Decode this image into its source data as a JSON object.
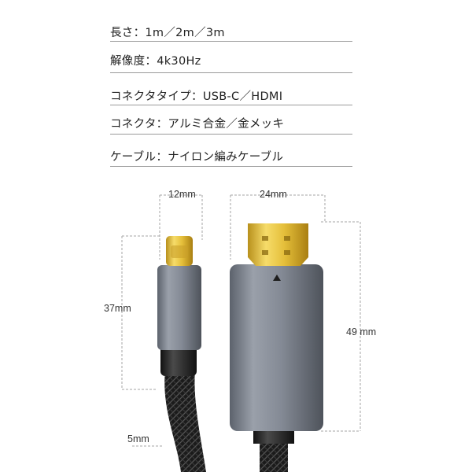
{
  "specs": [
    {
      "label": "長さ：1m／2m／3m"
    },
    {
      "label": "解像度：4k30Hz"
    },
    {
      "label": "コネクタタイプ：USB-C／HDMI"
    },
    {
      "label": "コネクタ：アルミ合金／金メッキ"
    },
    {
      "label": "ケーブル：ナイロン編みケーブル"
    }
  ],
  "dimensions": {
    "usbc_width": "12mm",
    "usbc_length": "37mm",
    "cable_diameter": "5mm",
    "hdmi_width": "24mm",
    "hdmi_length": "49 mm"
  },
  "colors": {
    "aluminum": "#7f8591",
    "gold": "#e8c445",
    "cable": "#1c1c1c",
    "dashed_line": "#a5a5a5"
  }
}
